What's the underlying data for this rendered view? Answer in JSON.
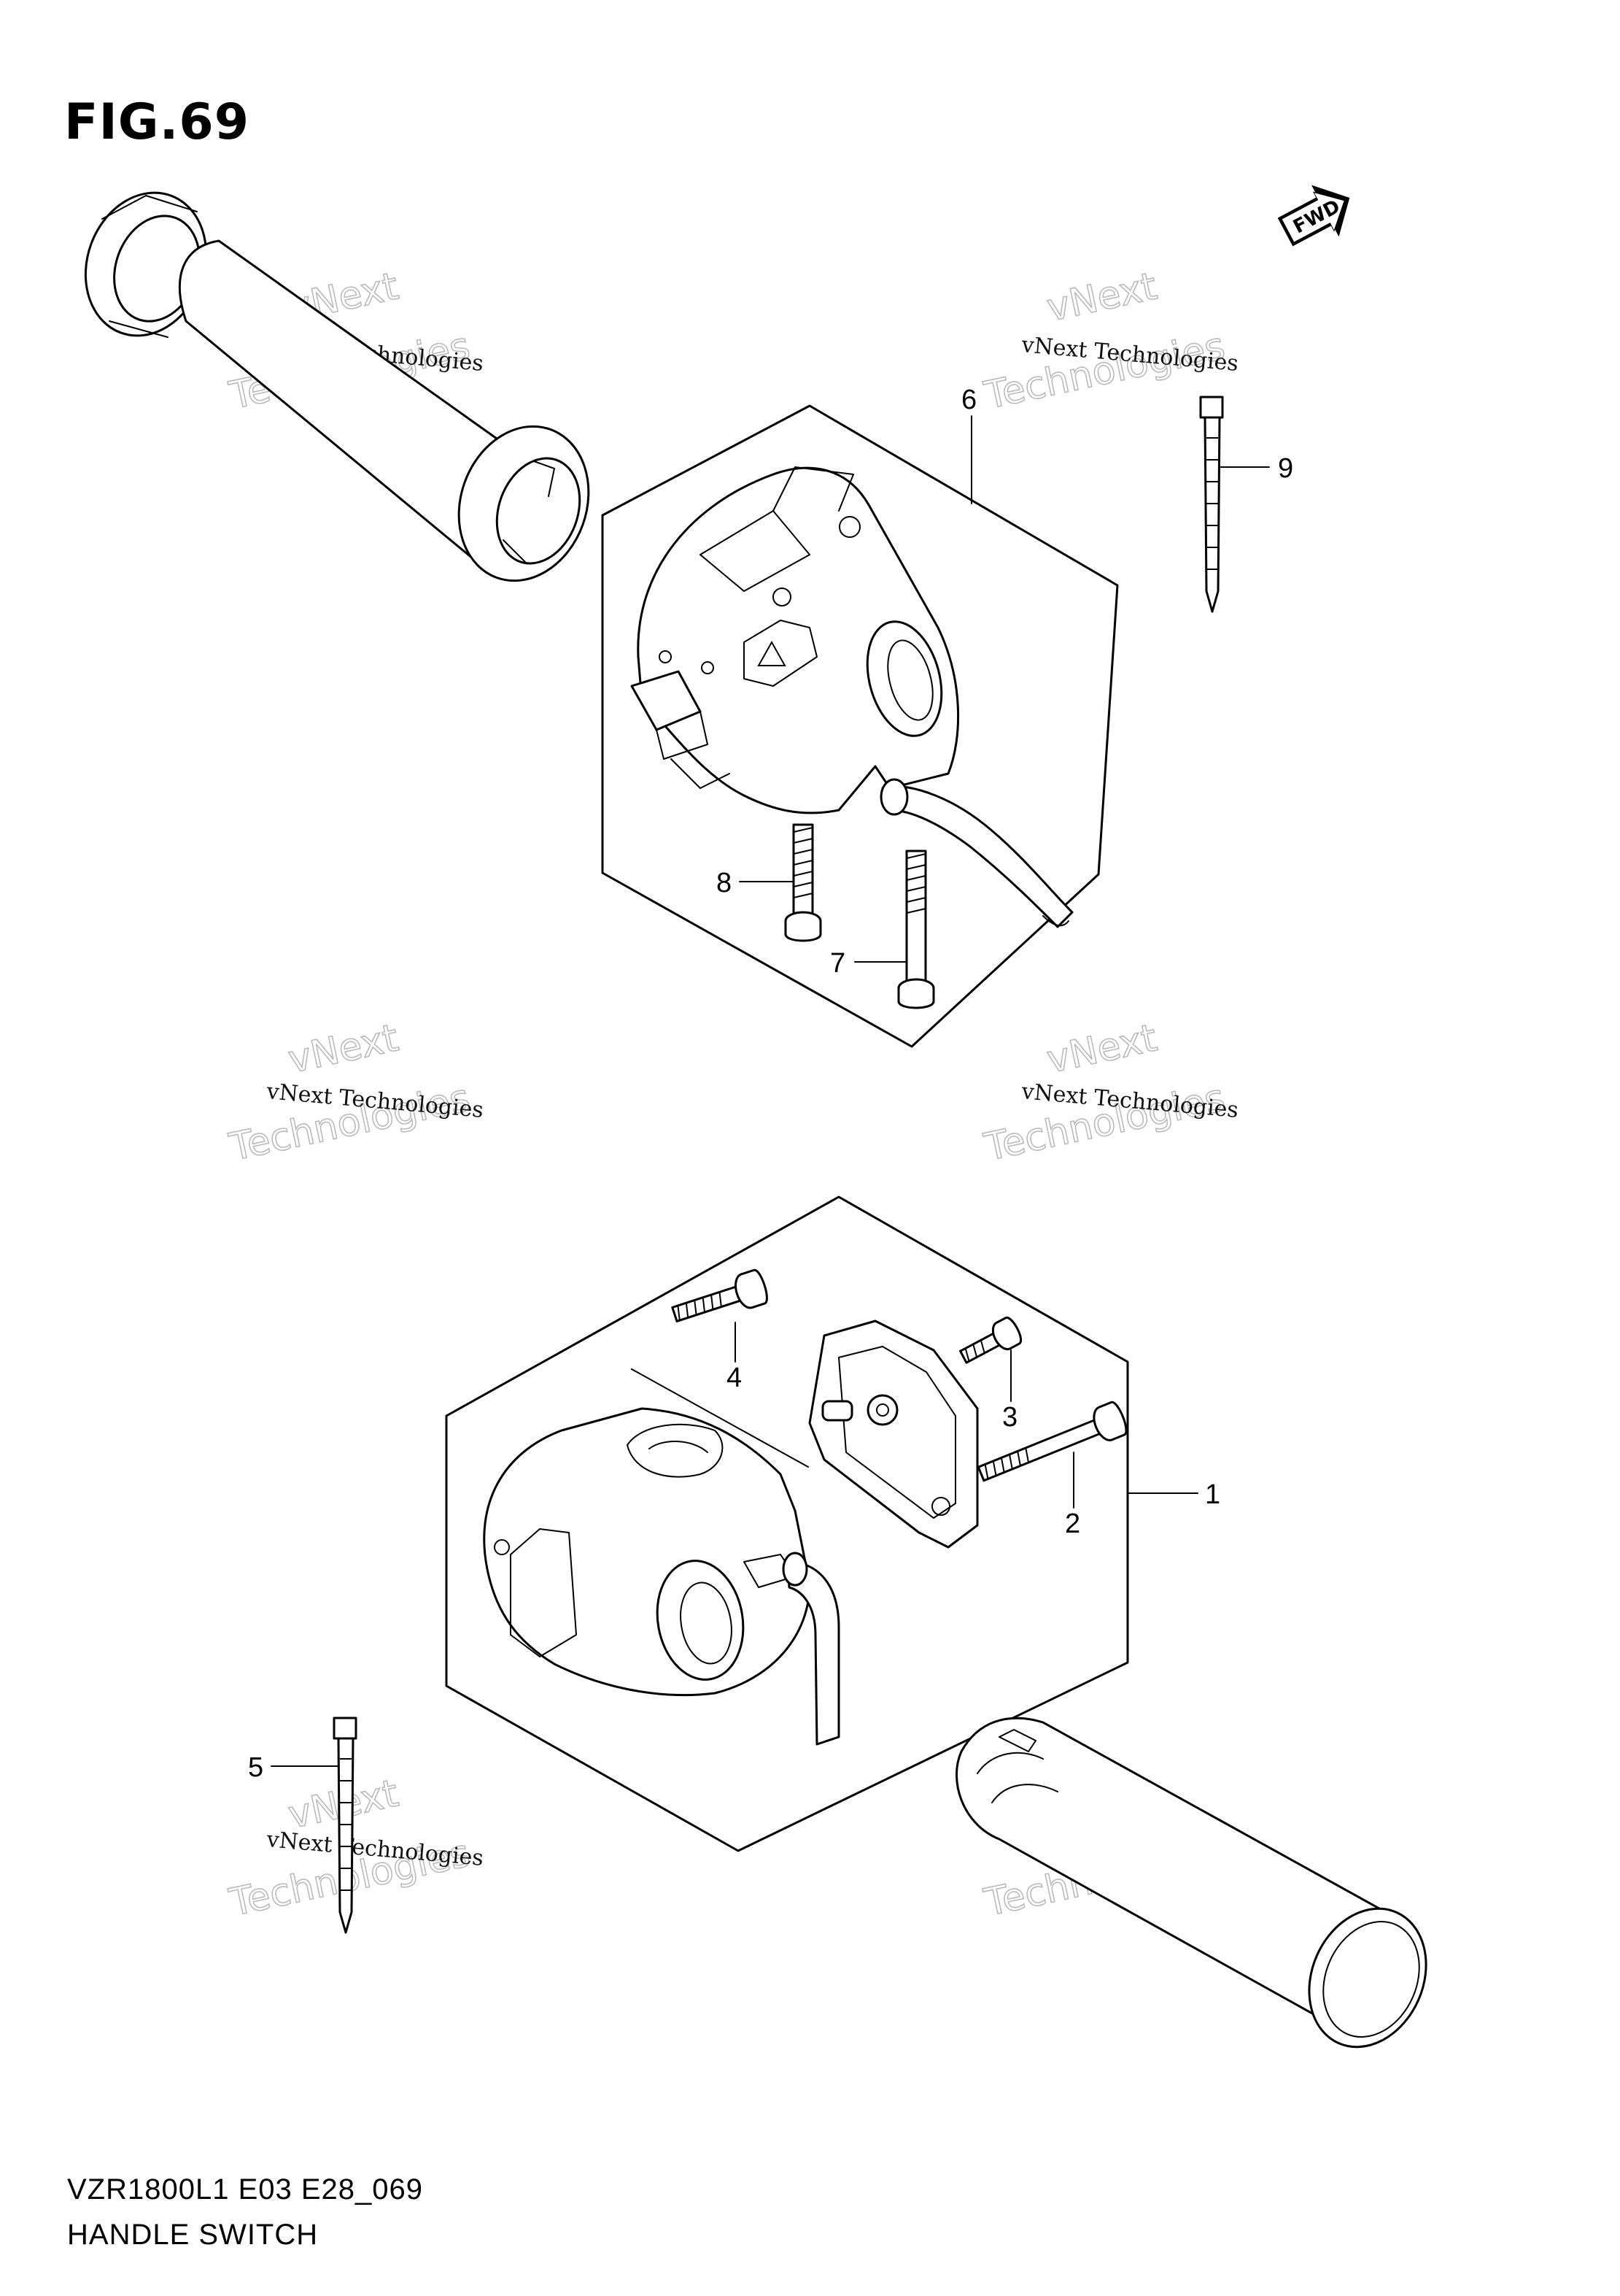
{
  "figure": {
    "title": "FIG.69",
    "model_code": "VZR1800L1 E03 E28_069",
    "part_name": "HANDLE SWITCH"
  },
  "fwd_arrow": {
    "label": "FWD"
  },
  "callouts": [
    "1",
    "2",
    "3",
    "4",
    "5",
    "6",
    "7",
    "8",
    "9"
  ],
  "watermark": {
    "line1": "vNext Technologies",
    "line2": "vNext",
    "line3": "Technologies"
  }
}
